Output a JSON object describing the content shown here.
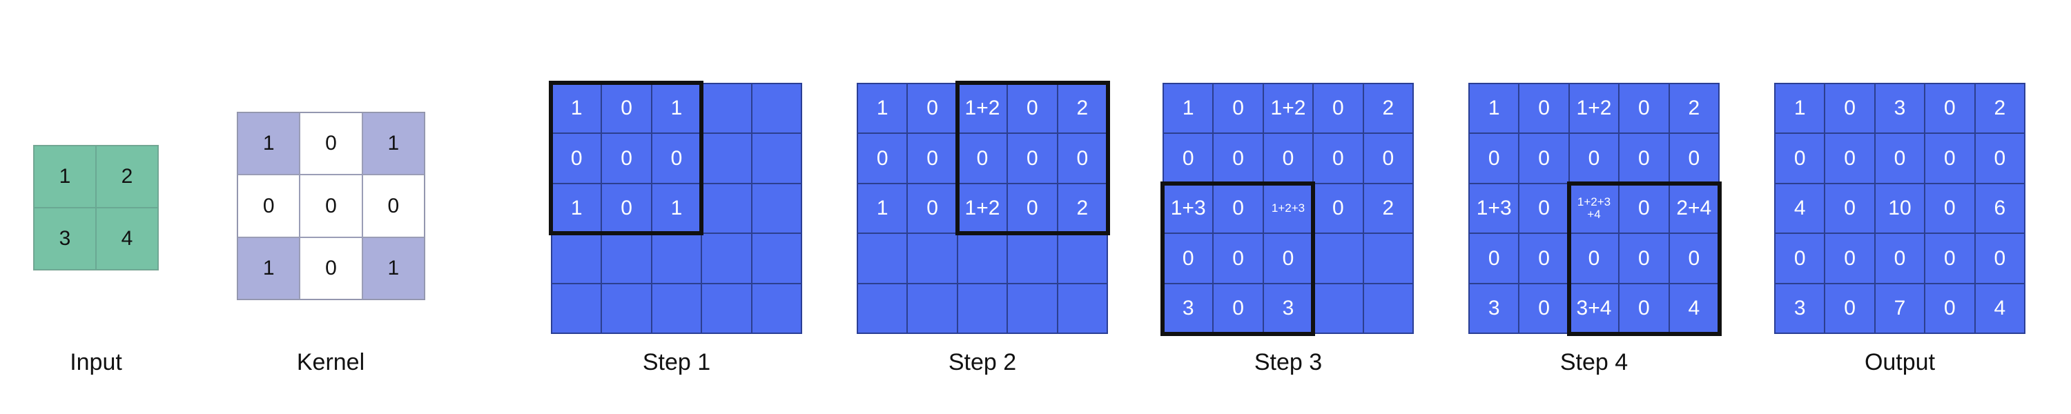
{
  "labels": {
    "input": "Input",
    "kernel": "Kernel",
    "step1": "Step 1",
    "step2": "Step 2",
    "step3": "Step 3",
    "step4": "Step 4",
    "output": "Output"
  },
  "colors": {
    "input_cell": "#77c2a5",
    "kernel_shaded": "#abafdb",
    "grid_blue": "#4f6ef1",
    "highlight_border": "#111111"
  },
  "input": {
    "rows": [
      [
        "1",
        "2"
      ],
      [
        "3",
        "4"
      ]
    ]
  },
  "kernel": {
    "rows": [
      [
        "1",
        "0",
        "1"
      ],
      [
        "0",
        "0",
        "0"
      ],
      [
        "1",
        "0",
        "1"
      ]
    ],
    "shaded": [
      [
        true,
        false,
        true
      ],
      [
        false,
        false,
        false
      ],
      [
        true,
        false,
        true
      ]
    ]
  },
  "steps": [
    {
      "rows": [
        [
          "1",
          "0",
          "1",
          "",
          ""
        ],
        [
          "0",
          "0",
          "0",
          "",
          ""
        ],
        [
          "1",
          "0",
          "1",
          "",
          ""
        ],
        [
          "",
          "",
          "",
          "",
          ""
        ],
        [
          "",
          "",
          "",
          "",
          ""
        ]
      ],
      "highlight": {
        "row": 0,
        "col": 0
      }
    },
    {
      "rows": [
        [
          "1",
          "0",
          "1+2",
          "0",
          "2"
        ],
        [
          "0",
          "0",
          "0",
          "0",
          "0"
        ],
        [
          "1",
          "0",
          "1+2",
          "0",
          "2"
        ],
        [
          "",
          "",
          "",
          "",
          ""
        ],
        [
          "",
          "",
          "",
          "",
          ""
        ]
      ],
      "highlight": {
        "row": 0,
        "col": 2
      }
    },
    {
      "rows": [
        [
          "1",
          "0",
          "1+2",
          "0",
          "2"
        ],
        [
          "0",
          "0",
          "0",
          "0",
          "0"
        ],
        [
          "1+3",
          "0",
          "1+2+3",
          "0",
          "2"
        ],
        [
          "0",
          "0",
          "0",
          "",
          ""
        ],
        [
          "3",
          "0",
          "3",
          "",
          ""
        ]
      ],
      "highlight": {
        "row": 2,
        "col": 0
      }
    },
    {
      "rows": [
        [
          "1",
          "0",
          "1+2",
          "0",
          "2"
        ],
        [
          "0",
          "0",
          "0",
          "0",
          "0"
        ],
        [
          "1+3",
          "0",
          "1+2+3\n+4",
          "0",
          "2+4"
        ],
        [
          "0",
          "0",
          "0",
          "0",
          "0"
        ],
        [
          "3",
          "0",
          "3+4",
          "0",
          "4"
        ]
      ],
      "highlight": {
        "row": 2,
        "col": 2
      }
    }
  ],
  "output": {
    "rows": [
      [
        "1",
        "0",
        "3",
        "0",
        "2"
      ],
      [
        "0",
        "0",
        "0",
        "0",
        "0"
      ],
      [
        "4",
        "0",
        "10",
        "0",
        "6"
      ],
      [
        "0",
        "0",
        "0",
        "0",
        "0"
      ],
      [
        "3",
        "0",
        "7",
        "0",
        "4"
      ]
    ]
  }
}
